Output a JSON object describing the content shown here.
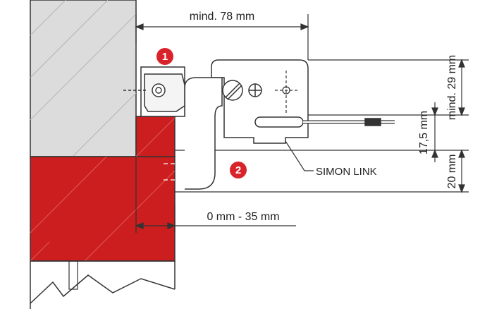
{
  "dimensions": {
    "top_width": "mind. 78 mm",
    "side_height_top": "mind. 29 mm",
    "side_height_mid": "17,5 mm",
    "side_height_bottom": "20 mm",
    "offset_range": "0 mm - 35 mm"
  },
  "callout": {
    "label": "SIMON LINK"
  },
  "markers": {
    "one": "1",
    "two": "2"
  },
  "colors": {
    "wall_red": "#cc1e1e",
    "wall_grey": "#dcdcdc",
    "line": "#333333",
    "marker": "#d9232a"
  },
  "icons": [
    "adjustment-screw-icon",
    "crosshair-hole-icon",
    "cable-icon"
  ]
}
